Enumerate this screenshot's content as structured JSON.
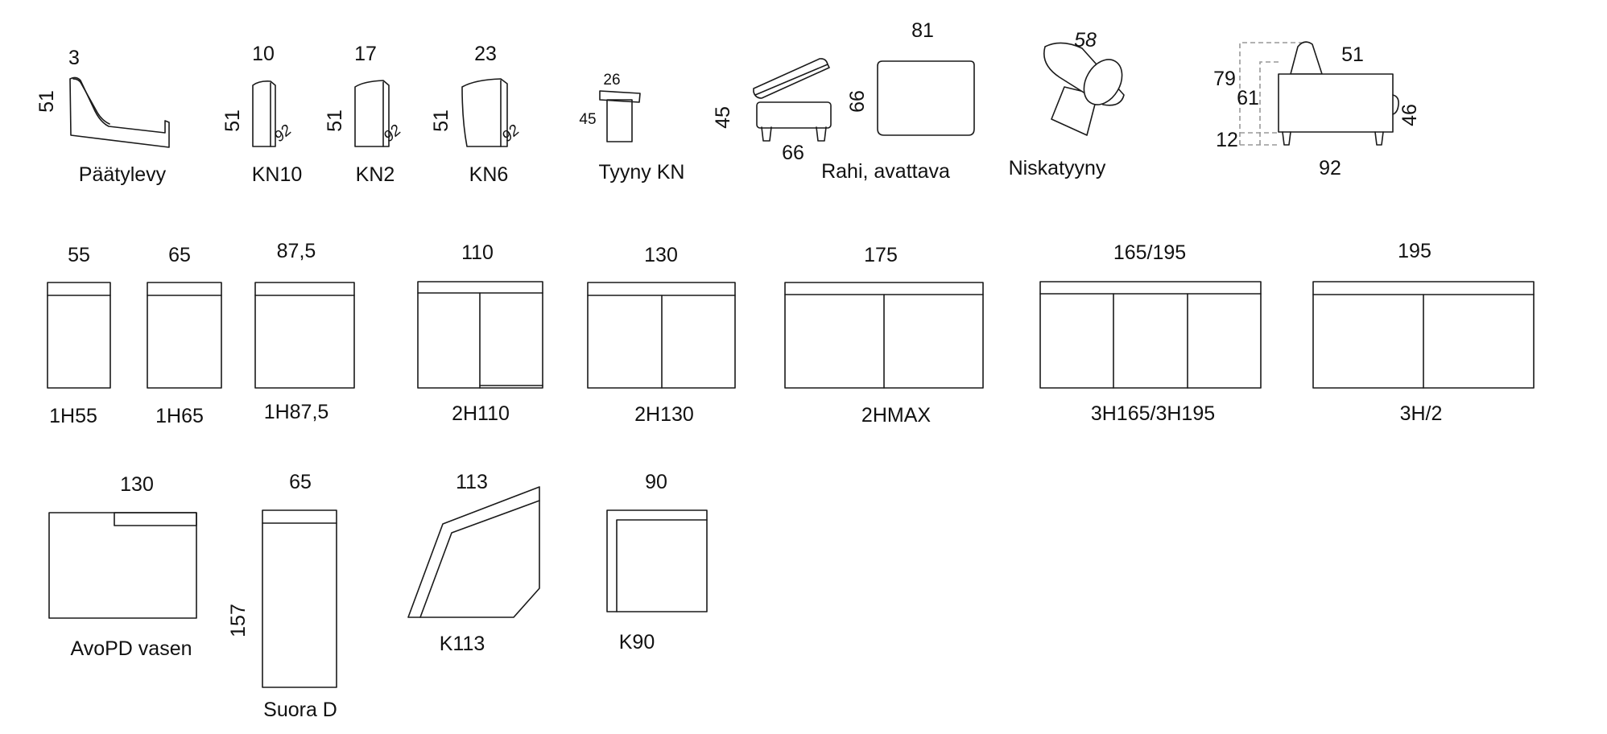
{
  "modules": {
    "paatylevy": {
      "name": "Päätylevy",
      "width": "3",
      "height": "51"
    },
    "kn10": {
      "name": "KN10",
      "width": "10",
      "height": "51",
      "depth": "92"
    },
    "kn2": {
      "name": "KN2",
      "width": "17",
      "height": "51",
      "depth": "92"
    },
    "kn6": {
      "name": "KN6",
      "width": "23",
      "height": "51",
      "depth": "92"
    },
    "tyyny": {
      "name": "Tyyny KN",
      "width": "26",
      "height": "45"
    },
    "rahi": {
      "name": "Rahi, avattava",
      "height": "45",
      "width": "66",
      "top_width": "81",
      "top_depth": "66"
    },
    "niska": {
      "name": "Niskatyyny",
      "width": "58"
    },
    "side": {
      "seat_depth": "51",
      "total_height": "79",
      "back_height": "61",
      "leg_height": "12",
      "seat_height": "46",
      "depth": "92"
    },
    "h1_55": {
      "name": "1H55",
      "width": "55"
    },
    "h1_65": {
      "name": "1H65",
      "width": "65"
    },
    "h1_875": {
      "name": "1H87,5",
      "width": "87,5"
    },
    "h2_110": {
      "name": "2H110",
      "width": "110"
    },
    "h2_130": {
      "name": "2H130",
      "width": "130"
    },
    "h2max": {
      "name": "2HMAX",
      "width": "175"
    },
    "h3": {
      "name": "3H165/3H195",
      "width": "165/195"
    },
    "h3_2": {
      "name": "3H/2",
      "width": "195"
    },
    "avopd": {
      "name": "AvoPD vasen",
      "width": "130"
    },
    "suora": {
      "name": "Suora D",
      "width": "65",
      "length": "157"
    },
    "k113": {
      "name": "K113",
      "width": "113"
    },
    "k90": {
      "name": "K90",
      "width": "90"
    }
  }
}
